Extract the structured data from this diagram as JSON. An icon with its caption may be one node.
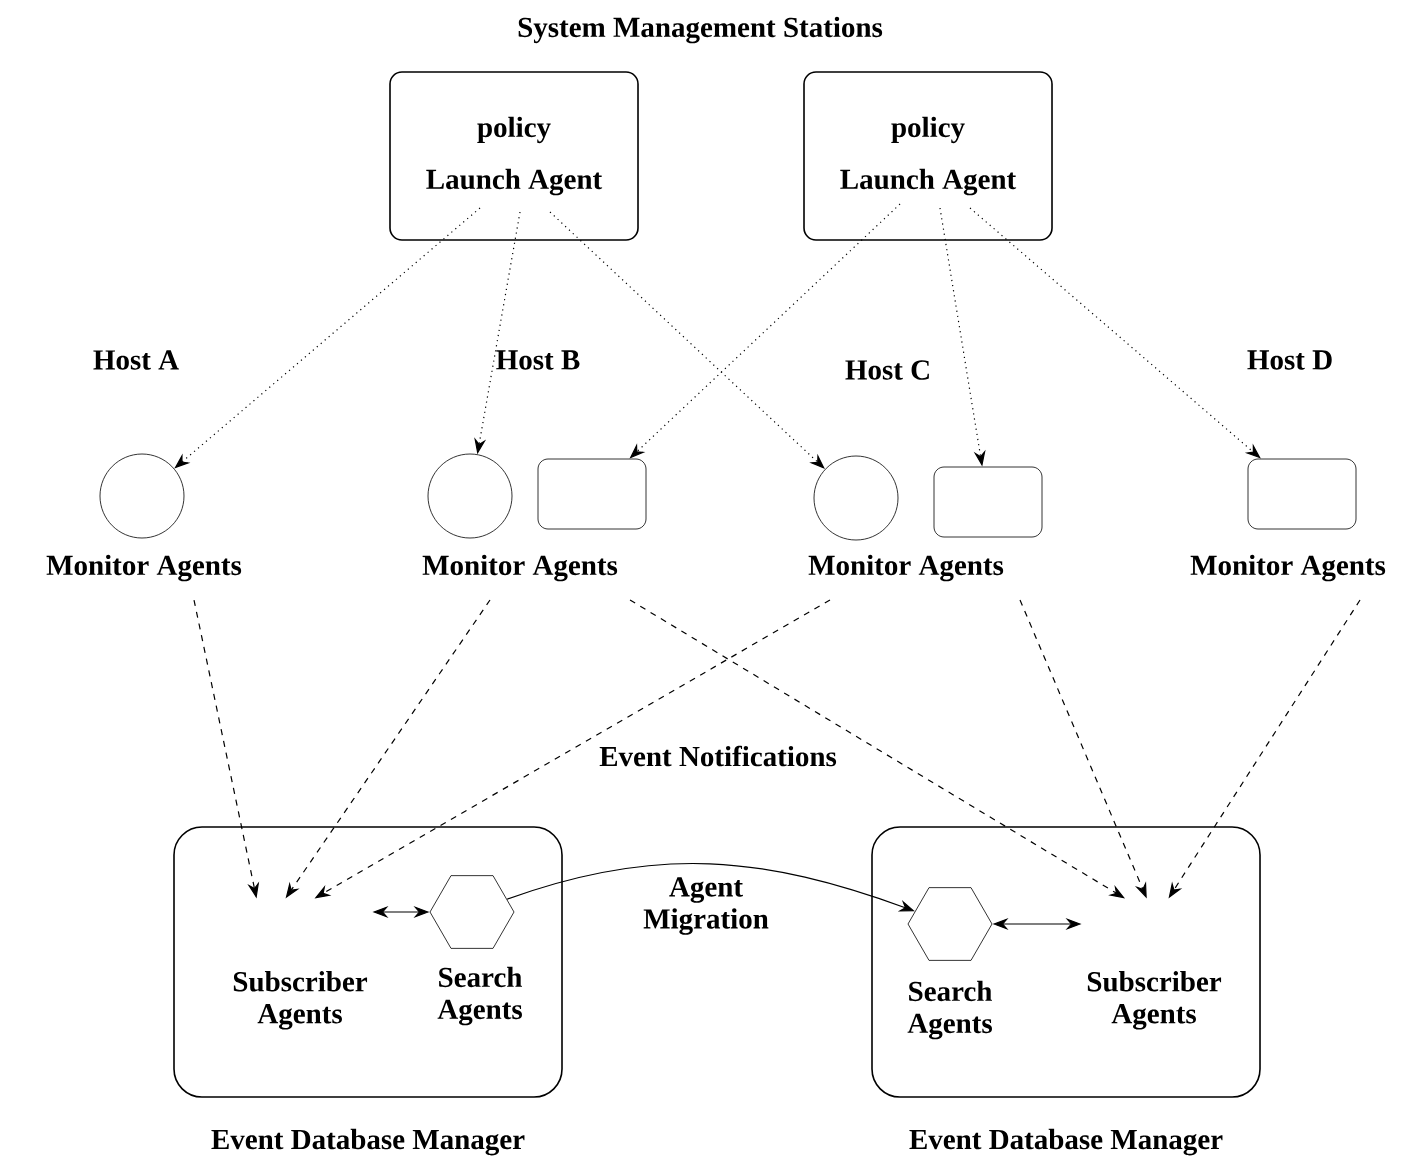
{
  "diagram": {
    "title": "System Management Stations",
    "nodes": [
      {
        "text": [
          "policy",
          "Launch  Agent"
        ]
      },
      {
        "text": [
          "policy",
          "Launch  Agent"
        ]
      },
      {
        "text": [],
        "shape": "circle",
        "beside": [
          "Monitor Agents"
        ]
      },
      {
        "text": [],
        "shape": "circle",
        "beside": [
          "Monitor Agents"
        ]
      },
      {
        "text": [],
        "shape": "box"
      },
      {
        "text": [],
        "shape": "circle",
        "beside": [
          "Monitor Agents"
        ]
      },
      {
        "text": [],
        "shape": "box"
      },
      {
        "text": [],
        "shape": "box",
        "beside": [
          "Monitor Agents"
        ]
      },
      {
        "text": [
          "Event Database Manager"
        ]
      },
      {
        "text": [
          "Subscriber Agents"
        ],
        "in": 8
      },
      {
        "text": [],
        "shape": "hexagon",
        "beside": [
          "Search Agents"
        ],
        "in": 8
      },
      {
        "text": [
          "Event Database Manager"
        ]
      },
      {
        "text": [],
        "shape": "hexagon",
        "beside": [
          "Search Agents"
        ],
        "in": 11
      },
      {
        "text": [
          "Subscriber Agents"
        ],
        "in": 11
      }
    ],
    "edges": [
      {
        "from": 0,
        "to": 2,
        "arrow": "to",
        "style": "dashed"
      },
      {
        "from": 0,
        "to": 3,
        "arrow": "to",
        "style": "dashed"
      },
      {
        "from": 0,
        "to": 5,
        "arrow": "to",
        "style": "dashed"
      },
      {
        "from": 1,
        "to": 4,
        "arrow": "to",
        "style": "dashed"
      },
      {
        "from": 1,
        "to": 6,
        "arrow": "to",
        "style": "dashed"
      },
      {
        "from": 1,
        "to": 7,
        "arrow": "to",
        "style": "dashed"
      },
      {
        "from": 2,
        "to": 9,
        "arrow": "to",
        "style": "dashed"
      },
      {
        "from": 3,
        "to": 9,
        "arrow": "to",
        "style": "dashed"
      },
      {
        "from": 5,
        "to": 9,
        "arrow": "to",
        "style": "dashed"
      },
      {
        "from": 3,
        "to": 13,
        "arrow": "to",
        "style": "dashed"
      },
      {
        "from": 5,
        "to": 13,
        "arrow": "to",
        "style": "dashed"
      },
      {
        "from": 7,
        "to": 13,
        "arrow": "to",
        "style": "dashed"
      },
      {
        "from": 9,
        "to": 10,
        "arrow": "both"
      },
      {
        "from": 12,
        "to": 13,
        "arrow": "both"
      },
      {
        "from": 10,
        "to": 12,
        "arrow": "to",
        "label": "Agent Migration"
      }
    ],
    "labels": [
      "Host A",
      "Host B",
      "Host C",
      "Host D",
      "Event Notifications"
    ]
  }
}
